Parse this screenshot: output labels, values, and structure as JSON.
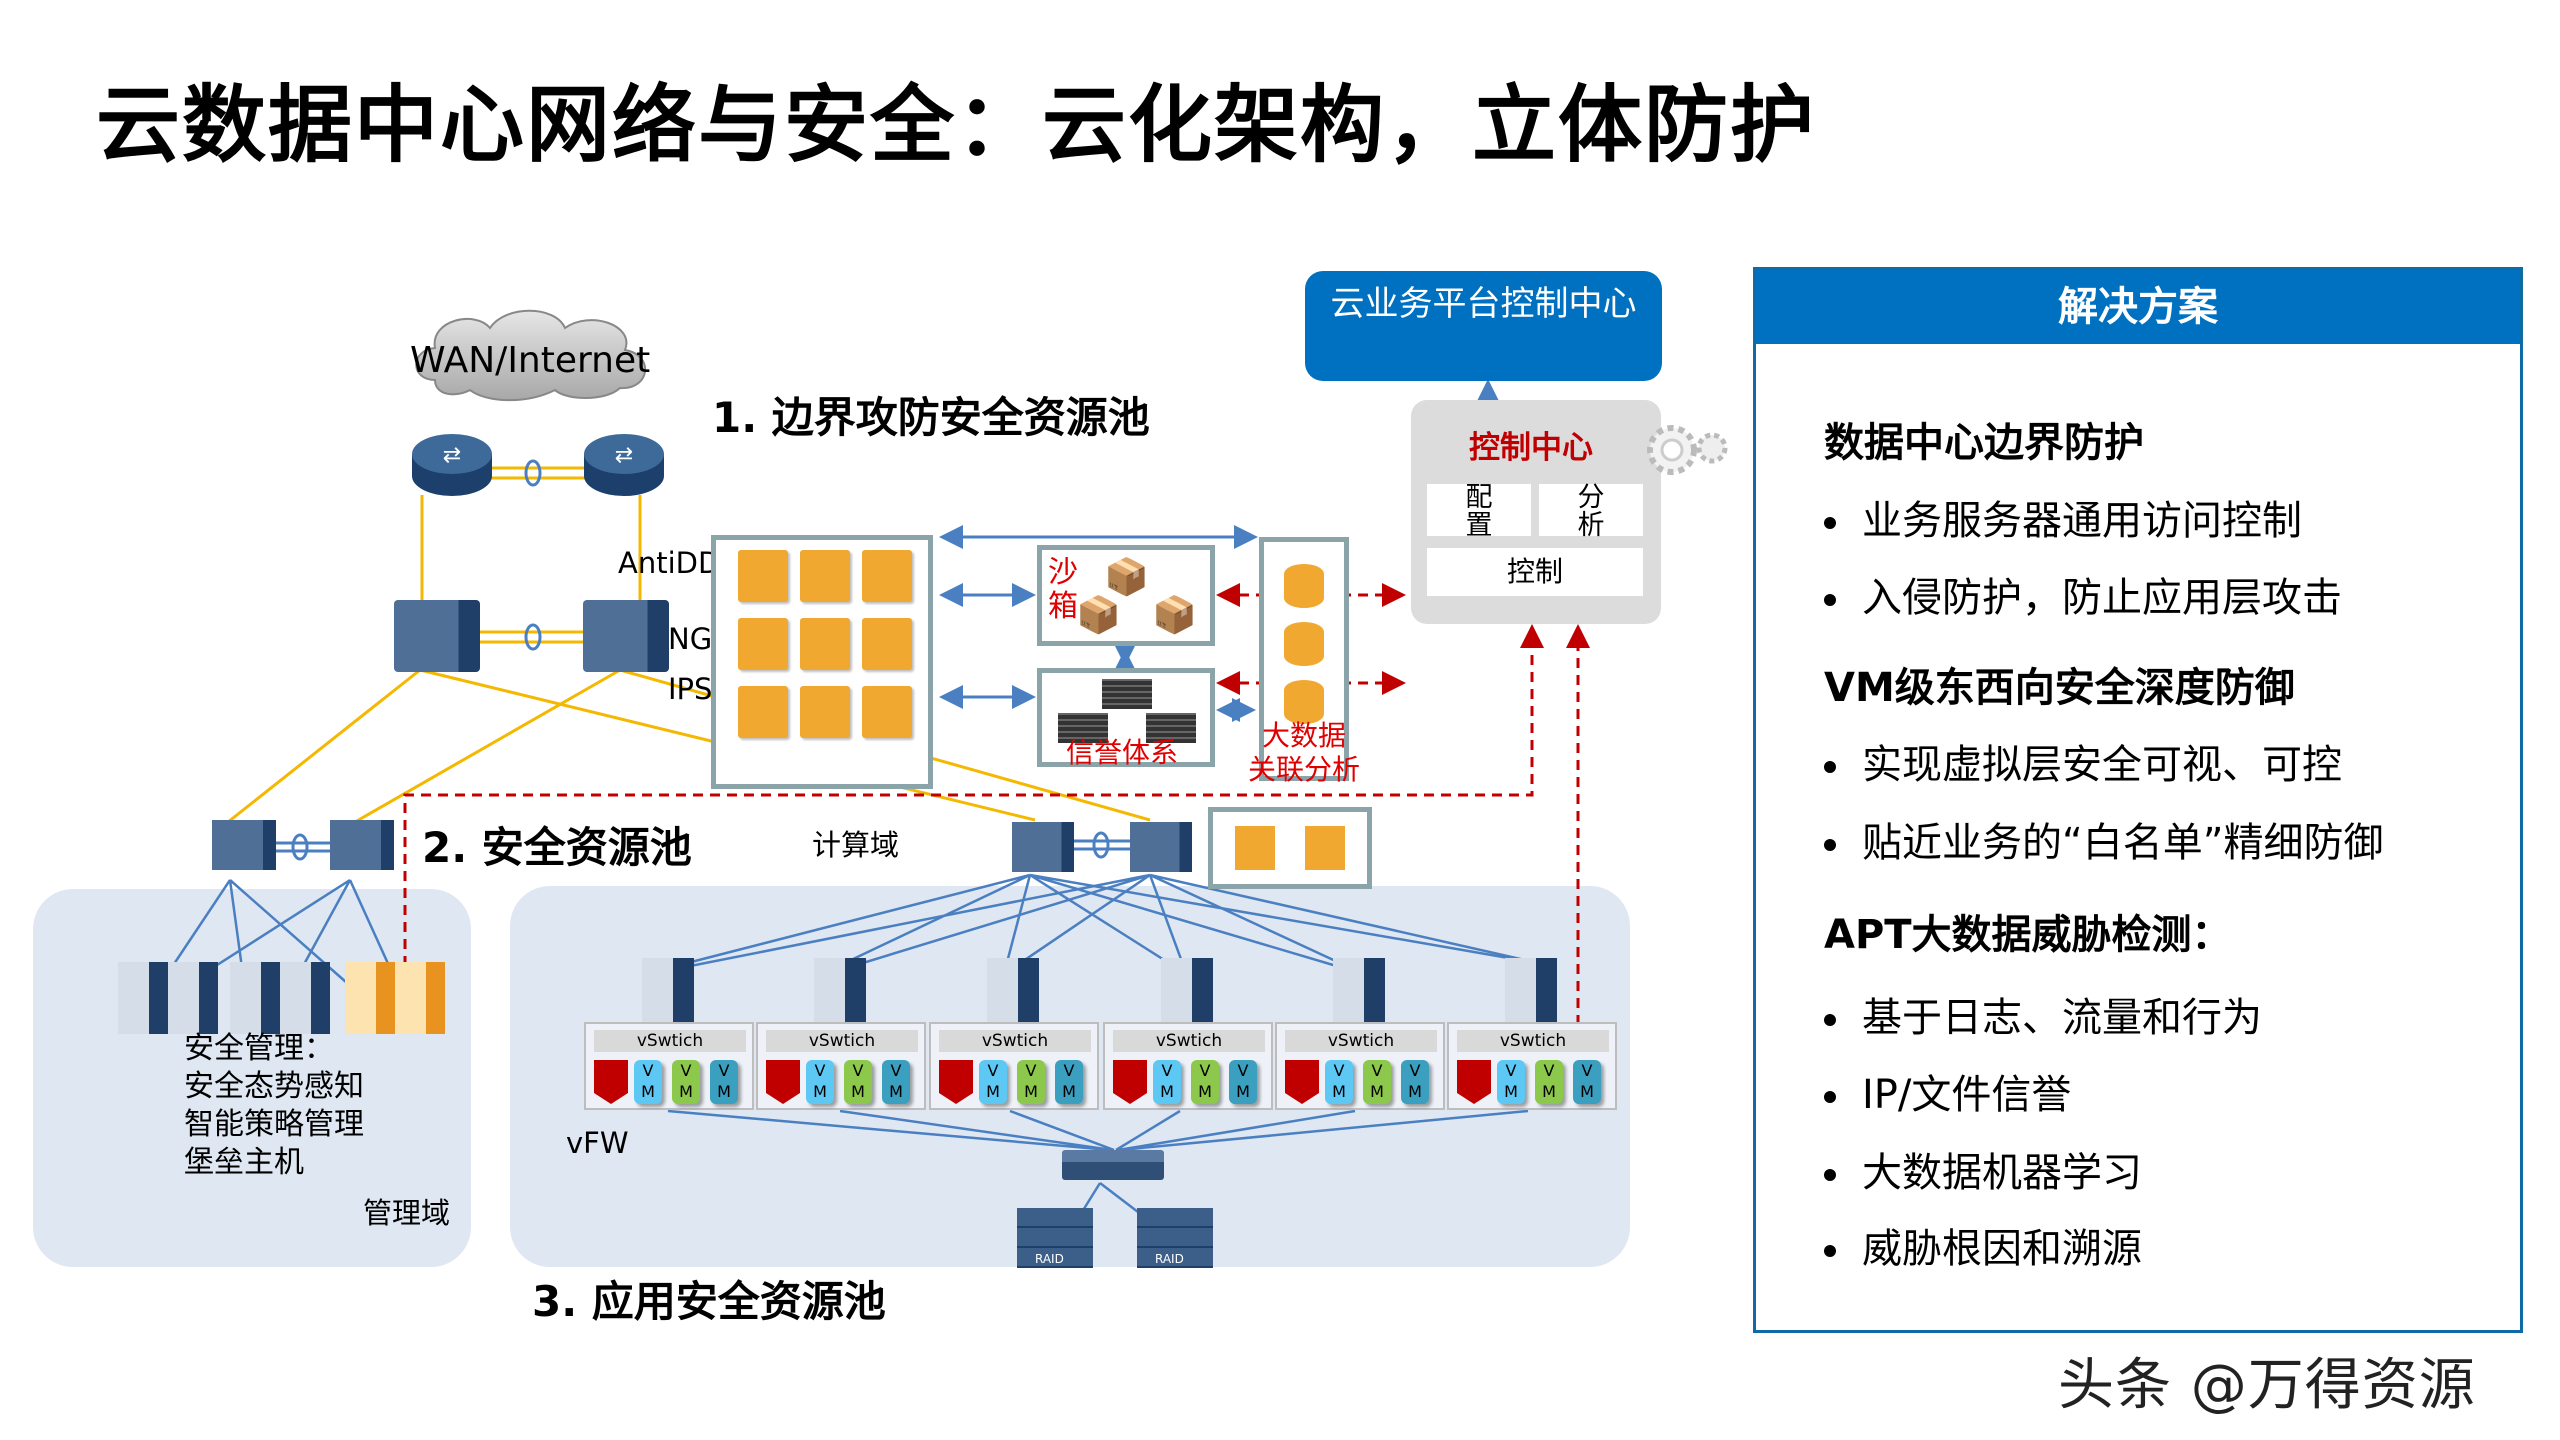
{
  "title": "云数据中心网络与安全：云化架构，立体防护",
  "diagram": {
    "wan_label": "WAN/Internet",
    "pool1_title": "1. 边界攻防安全资源池",
    "pool2_title": "2. 安全资源池",
    "pool3_title": "3. 应用安全资源池",
    "device_labels": {
      "antiddos": "AntiDDoS",
      "ngfw": "NGFW",
      "ips": "IPS",
      "vfw": "vFW"
    },
    "sandbox_label": "沙箱",
    "sandbox_box_text": "Sand Box",
    "reputation_label": "信誉体系",
    "bigdata_label_line1": "大数据",
    "bigdata_label_line2": "关联分析",
    "cloud_platform": "云业务平台控制中心",
    "control_center": {
      "title": "控制中心",
      "cells": [
        "配置",
        "分析",
        "控制"
      ]
    },
    "compute_domain_label": "计算域",
    "mgmt_domain_label": "管理域",
    "mgmt_text": [
      "安全管理：",
      "安全态势感知",
      "智能策略管理",
      "堡垒主机"
    ],
    "vswitch_label": "vSwtich",
    "vm_label_top": "V",
    "vm_label_bottom": "M",
    "vswitch_count": 6,
    "raid_label": "RAID",
    "colors": {
      "accent_blue": "#0070c0",
      "link_yellow": "#f5b800",
      "link_blue": "#4a7fc1",
      "alert_red": "#c00000",
      "area_bg": "#dfe7f2",
      "vm_light_blue": "#5ec8f5",
      "vm_green": "#8cc84b",
      "vm_teal": "#3b9fc0",
      "device_orange": "#f0a830"
    }
  },
  "panel": {
    "header": "解决方案",
    "sections": [
      {
        "title": "数据中心边界防护",
        "bullets": [
          "业务服务器通用访问控制",
          "入侵防护，防止应用层攻击"
        ]
      },
      {
        "title": "VM级东西向安全深度防御",
        "bullets": [
          "实现虚拟层安全可视、可控",
          "贴近业务的“白名单”精细防御"
        ]
      },
      {
        "title": "APT大数据威胁检测：",
        "bullets": [
          "基于日志、流量和行为",
          "IP/文件信誉",
          "大数据机器学习",
          "威胁根因和溯源"
        ]
      }
    ]
  },
  "watermark": "头条 @万得资源"
}
